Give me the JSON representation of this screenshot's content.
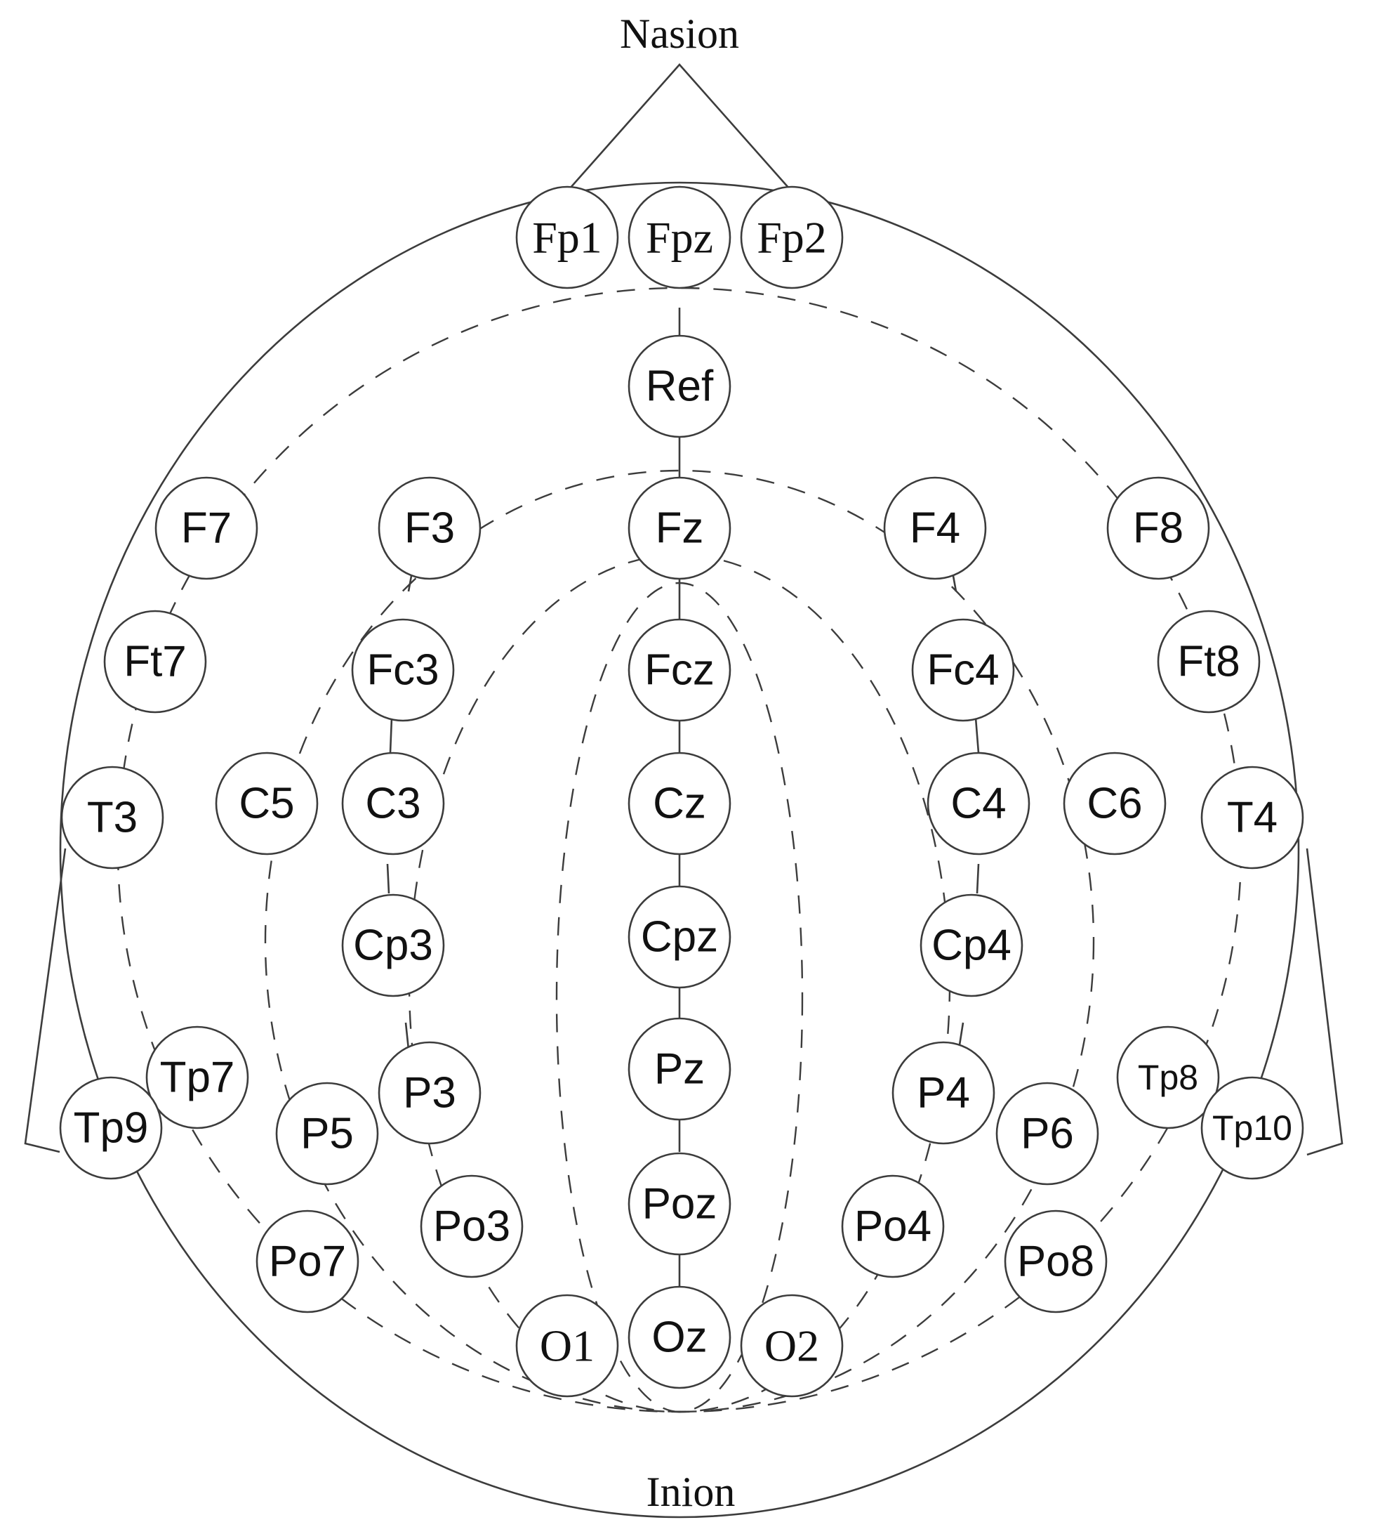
{
  "landmarks": {
    "top": "Nasion",
    "bottom": "Inion"
  },
  "electrodes": [
    {
      "id": "Fp1",
      "label": "Fp1"
    },
    {
      "id": "Fpz",
      "label": "Fpz"
    },
    {
      "id": "Fp2",
      "label": "Fp2"
    },
    {
      "id": "Ref",
      "label": "Ref"
    },
    {
      "id": "F7",
      "label": "F7"
    },
    {
      "id": "F3",
      "label": "F3"
    },
    {
      "id": "Fz",
      "label": "Fz"
    },
    {
      "id": "F4",
      "label": "F4"
    },
    {
      "id": "F8",
      "label": "F8"
    },
    {
      "id": "Ft7",
      "label": "Ft7"
    },
    {
      "id": "Fc3",
      "label": "Fc3"
    },
    {
      "id": "Fcz",
      "label": "Fcz"
    },
    {
      "id": "Fc4",
      "label": "Fc4"
    },
    {
      "id": "Ft8",
      "label": "Ft8"
    },
    {
      "id": "T3",
      "label": "T3"
    },
    {
      "id": "C5",
      "label": "C5"
    },
    {
      "id": "C3",
      "label": "C3"
    },
    {
      "id": "Cz",
      "label": "Cz"
    },
    {
      "id": "C4",
      "label": "C4"
    },
    {
      "id": "C6",
      "label": "C6"
    },
    {
      "id": "T4",
      "label": "T4"
    },
    {
      "id": "Cp3",
      "label": "Cp3"
    },
    {
      "id": "Cpz",
      "label": "Cpz"
    },
    {
      "id": "Cp4",
      "label": "Cp4"
    },
    {
      "id": "Tp7",
      "label": "Tp7"
    },
    {
      "id": "Tp9",
      "label": "Tp9"
    },
    {
      "id": "P5",
      "label": "P5"
    },
    {
      "id": "P3",
      "label": "P3"
    },
    {
      "id": "Pz",
      "label": "Pz"
    },
    {
      "id": "P4",
      "label": "P4"
    },
    {
      "id": "P6",
      "label": "P6"
    },
    {
      "id": "Tp8",
      "label": "Tp8"
    },
    {
      "id": "Tp10",
      "label": "Tp10"
    },
    {
      "id": "Po7",
      "label": "Po7"
    },
    {
      "id": "Po3",
      "label": "Po3"
    },
    {
      "id": "Poz",
      "label": "Poz"
    },
    {
      "id": "Po4",
      "label": "Po4"
    },
    {
      "id": "Po8",
      "label": "Po8"
    },
    {
      "id": "O1",
      "label": "O1"
    },
    {
      "id": "Oz",
      "label": "Oz"
    },
    {
      "id": "O2",
      "label": "O2"
    }
  ]
}
